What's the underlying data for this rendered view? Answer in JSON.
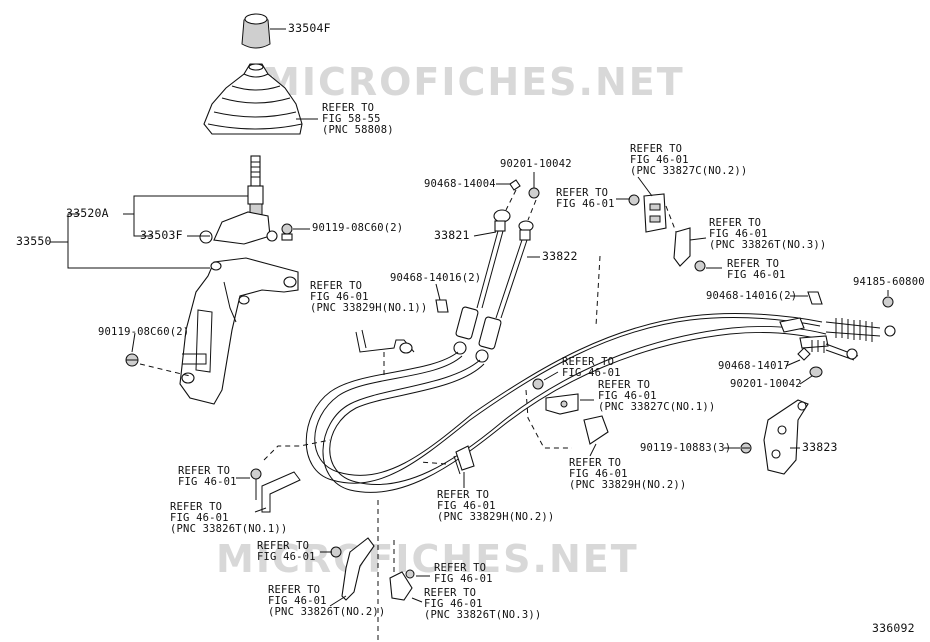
{
  "watermark": "MICROFICHES.NET",
  "figure_number": "336092",
  "labels": {
    "p33504F": "33504F",
    "p33520A": "33520A",
    "p33503F": "33503F",
    "p33550": "33550",
    "p33821": "33821",
    "p33822": "33822",
    "p33823": "33823",
    "p90201_10042_top": "90201-10042",
    "p90468_14004": "90468-14004",
    "p90119_08C60_top": "90119-08C60(2)",
    "p90119_08C60_left": "90119-08C60(2)",
    "p90468_14016_mid": "90468-14016(2)",
    "p90468_14016_right": "90468-14016(2)",
    "p94185_60800": "94185-60800",
    "p90468_14017": "90468-14017",
    "p90201_10042_right": "90201-10042",
    "p90119_10883": "90119-10883(3)"
  },
  "refers": [
    {
      "key": "r_58_55",
      "l1": "REFER TO",
      "l2": "FIG 58-55",
      "l3": "(PNC 58808)"
    },
    {
      "key": "r_top_mid",
      "l1": "REFER TO",
      "l2": "FIG 46-01",
      "l3": ""
    },
    {
      "key": "r_33827C2",
      "l1": "REFER TO",
      "l2": "FIG 46-01",
      "l3": "(PNC 33827C(NO.2))"
    },
    {
      "key": "r_33826T3_top",
      "l1": "REFER TO",
      "l2": "FIG 46-01",
      "l3": "(PNC 33826T(NO.3))"
    },
    {
      "key": "r_nut_right",
      "l1": "REFER TO",
      "l2": "FIG 46-01",
      "l3": ""
    },
    {
      "key": "r_33829H1",
      "l1": "REFER TO",
      "l2": "FIG 46-01",
      "l3": "(PNC 33829H(NO.1))"
    },
    {
      "key": "r_mid_nut",
      "l1": "REFER TO",
      "l2": "FIG 46-01",
      "l3": ""
    },
    {
      "key": "r_33827C1",
      "l1": "REFER TO",
      "l2": "FIG 46-01",
      "l3": "(PNC 33827C(NO.1))"
    },
    {
      "key": "r_33829H2_right",
      "l1": "REFER TO",
      "l2": "FIG 46-01",
      "l3": "(PNC 33829H(NO.2))"
    },
    {
      "key": "r_33829H2_mid",
      "l1": "REFER TO",
      "l2": "FIG 46-01",
      "l3": "(PNC 33829H(NO.2))"
    },
    {
      "key": "r_bolt_left",
      "l1": "REFER TO",
      "l2": "FIG 46-01",
      "l3": ""
    },
    {
      "key": "r_33826T1",
      "l1": "REFER TO",
      "l2": "FIG 46-01",
      "l3": "(PNC 33826T(NO.1))"
    },
    {
      "key": "r_nut_bottom",
      "l1": "REFER TO",
      "l2": "FIG 46-01",
      "l3": ""
    },
    {
      "key": "r_33826T2",
      "l1": "REFER TO",
      "l2": "FIG 46-01",
      "l3": "(PNC 33826T(NO.2))"
    },
    {
      "key": "r_bottom_right_nut",
      "l1": "REFER TO",
      "l2": "FIG 46-01",
      "l3": ""
    },
    {
      "key": "r_33826T3_bottom",
      "l1": "REFER TO",
      "l2": "FIG 46-01",
      "l3": "(PNC 33826T(NO.3))"
    }
  ]
}
